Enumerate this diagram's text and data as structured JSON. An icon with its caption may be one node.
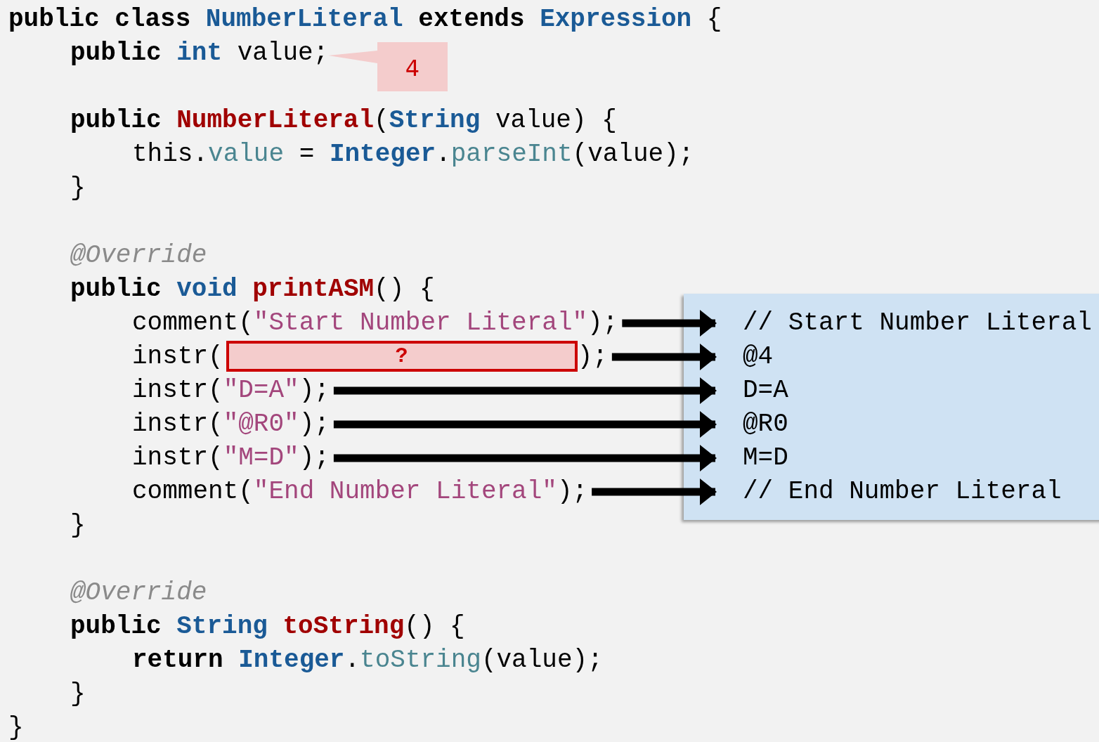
{
  "diagram": {
    "nodes": [
      {
        "text": [
          "public int value;"
        ]
      },
      {
        "text": [
          "4"
        ]
      },
      {
        "text": [
          "comment(\"Start Number Literal\");"
        ]
      },
      {
        "text": [
          "instr(",
          ");"
        ]
      },
      {
        "text": [
          "?"
        ],
        "in": 3
      },
      {
        "text": [
          "instr(\"D=A\");"
        ]
      },
      {
        "text": [
          "instr(\"@R0\");"
        ]
      },
      {
        "text": [
          "instr(\"M=D\");"
        ]
      },
      {
        "text": [
          "comment(\"End Number Literal\");"
        ]
      },
      {
        "text": [],
        "shape": "box"
      },
      {
        "text": [
          "// Start Number Literal"
        ],
        "in": 9
      },
      {
        "text": [
          "@4"
        ],
        "in": 9
      },
      {
        "text": [
          "D=A"
        ],
        "in": 9
      },
      {
        "text": [
          "@R0"
        ],
        "in": 9
      },
      {
        "text": [
          "M=D"
        ],
        "in": 9
      },
      {
        "text": [
          "// End Number Literal"
        ],
        "in": 9
      }
    ],
    "edges": [
      {
        "from": 1,
        "to": 0,
        "arrow": "none"
      },
      {
        "from": 2,
        "to": 10,
        "arrow": "to"
      },
      {
        "from": 3,
        "to": 11,
        "arrow": "to"
      },
      {
        "from": 5,
        "to": 12,
        "arrow": "to"
      },
      {
        "from": 6,
        "to": 13,
        "arrow": "to"
      },
      {
        "from": 7,
        "to": 14,
        "arrow": "to"
      },
      {
        "from": 8,
        "to": 15,
        "arrow": "to"
      }
    ],
    "labels": [
      "public class NumberLiteral extends Expression {",
      "public NumberLiteral(String value) {",
      "this.value = Integer.parseInt(value);",
      "}",
      "@Override",
      "public void printASM() {",
      "}",
      "@Override",
      "public String toString() {",
      "return Integer.toString(value);",
      "}",
      "}"
    ]
  }
}
